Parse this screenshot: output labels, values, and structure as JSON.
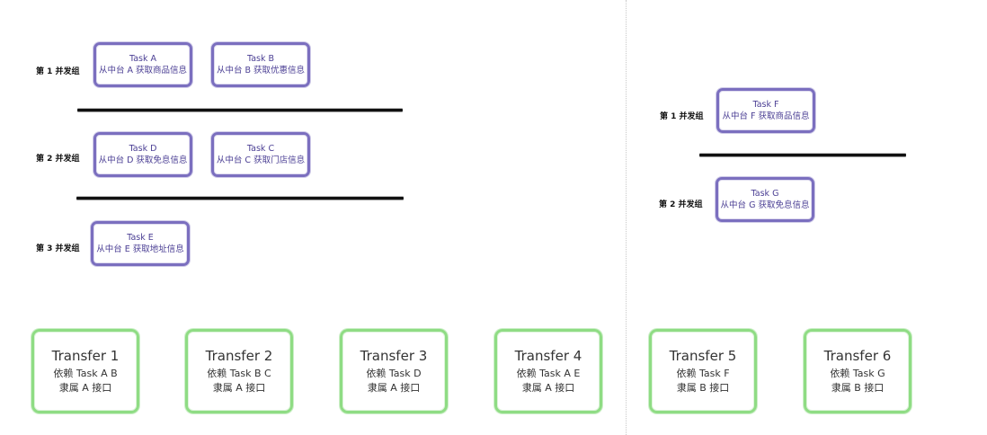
{
  "left": {
    "groups": [
      "第 1 并发组",
      "第 2 并发组",
      "第 3 并发组"
    ],
    "tasks": [
      {
        "name": "Task A",
        "desc": "从中台 A 获取商品信息"
      },
      {
        "name": "Task B",
        "desc": "从中台 B 获取优惠信息"
      },
      {
        "name": "Task D",
        "desc": "从中台 D 获取免息信息"
      },
      {
        "name": "Task C",
        "desc": "从中台 C 获取门店信息"
      },
      {
        "name": "Task E",
        "desc": "从中台 E 获取地址信息"
      }
    ]
  },
  "right": {
    "groups": [
      "第 1 并发组",
      "第 2 并发组"
    ],
    "tasks": [
      {
        "name": "Task F",
        "desc": "从中台 F 获取商品信息"
      },
      {
        "name": "Task G",
        "desc": "从中台 G 获取免息信息"
      }
    ]
  },
  "transfers": [
    {
      "title": "Transfer 1",
      "depends": "依赖 Task A B",
      "belongs": "隶属 A 接口"
    },
    {
      "title": "Transfer 2",
      "depends": "依赖 Task B C",
      "belongs": "隶属 A 接口"
    },
    {
      "title": "Transfer 3",
      "depends": "依赖 Task D",
      "belongs": "隶属 A 接口"
    },
    {
      "title": "Transfer 4",
      "depends": "依赖 Task A E",
      "belongs": "隶属 A 接口"
    },
    {
      "title": "Transfer 5",
      "depends": "依赖 Task F",
      "belongs": "隶属 B 接口"
    },
    {
      "title": "Transfer 6",
      "depends": "依赖 Task G",
      "belongs": "隶属 B 接口"
    }
  ],
  "colors": {
    "task_border": "#7b6fbf",
    "task_text": "#4b3f94",
    "transfer_border": "#8fdc84",
    "divider": "#111111"
  }
}
